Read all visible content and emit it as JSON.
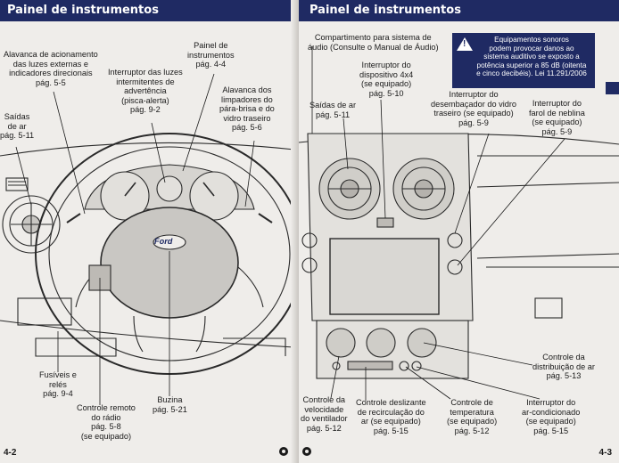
{
  "left_page": {
    "header": "Painel de instrumentos",
    "page_number": "4-2",
    "callouts": {
      "alavanca_luzes": [
        "Alavanca de acionamento",
        "das luzes externas e",
        "indicadores direcionais",
        "pág. 5-5"
      ],
      "painel_instrumentos": [
        "Painel de",
        "instrumentos",
        "pág. 4-4"
      ],
      "interruptor_luzes": [
        "Interruptor das luzes",
        "intermitentes de",
        "advertência",
        "(pisca-alerta)",
        "pág. 9-2"
      ],
      "alavanca_limpadores": [
        "Alavanca dos",
        "limpadores do",
        "pára-brisa e do",
        "vidro traseiro",
        "pág. 5-6"
      ],
      "saidas_ar": [
        "Saídas",
        "de ar",
        "pág. 5-11"
      ],
      "fusiveis": [
        "Fusíveis e",
        "relés",
        "pág. 9-4"
      ],
      "controle_radio": [
        "Controle remoto",
        "do rádio",
        "pág. 5-8",
        "(se equipado)"
      ],
      "buzina": [
        "Buzina",
        "pág. 5-21"
      ]
    },
    "steering_logo": "Ford"
  },
  "right_page": {
    "header": "Painel de instrumentos",
    "page_number": "4-3",
    "warning": [
      "Equipamentos sonoros",
      "podem provocar danos ao",
      "sistema auditivo se exposto a",
      "potência superior a 85 dB (oitenta",
      "e cinco decibéis). Lei 11.291/2006"
    ],
    "callouts": {
      "compartimento": [
        "Compartimento para sistema de",
        "áudio (Consulte o Manual de Áudio)"
      ],
      "interruptor_4x4": [
        "Interruptor do",
        "dispositivo 4x4",
        "(se equipado)",
        "pág. 5-10"
      ],
      "saidas_ar": [
        "Saídas de ar",
        "pág. 5-11"
      ],
      "desembacador": [
        "Interruptor do",
        "desembaçador do vidro",
        "traseiro (se equipado)",
        "pág. 5-9"
      ],
      "farol_neblina": [
        "Interruptor do",
        "farol de neblina",
        "(se equipado)",
        "pág. 5-9"
      ],
      "distribuicao_ar": [
        "Controle da",
        "distribuição de ar",
        "pág. 5-13"
      ],
      "velocidade_ventilador": [
        "Controle da",
        "velocidade",
        "do ventilador",
        "pág. 5-12"
      ],
      "recirculacao": [
        "Controle deslizante",
        "de recirculação do",
        "ar (se equipado)",
        "pág. 5-15"
      ],
      "temperatura": [
        "Controle de",
        "temperatura",
        "(se equipado)",
        "pág. 5-12"
      ],
      "ar_condicionado": [
        "Interruptor do",
        "ar-condicionado",
        "(se equipado)",
        "pág. 5-15"
      ]
    }
  }
}
